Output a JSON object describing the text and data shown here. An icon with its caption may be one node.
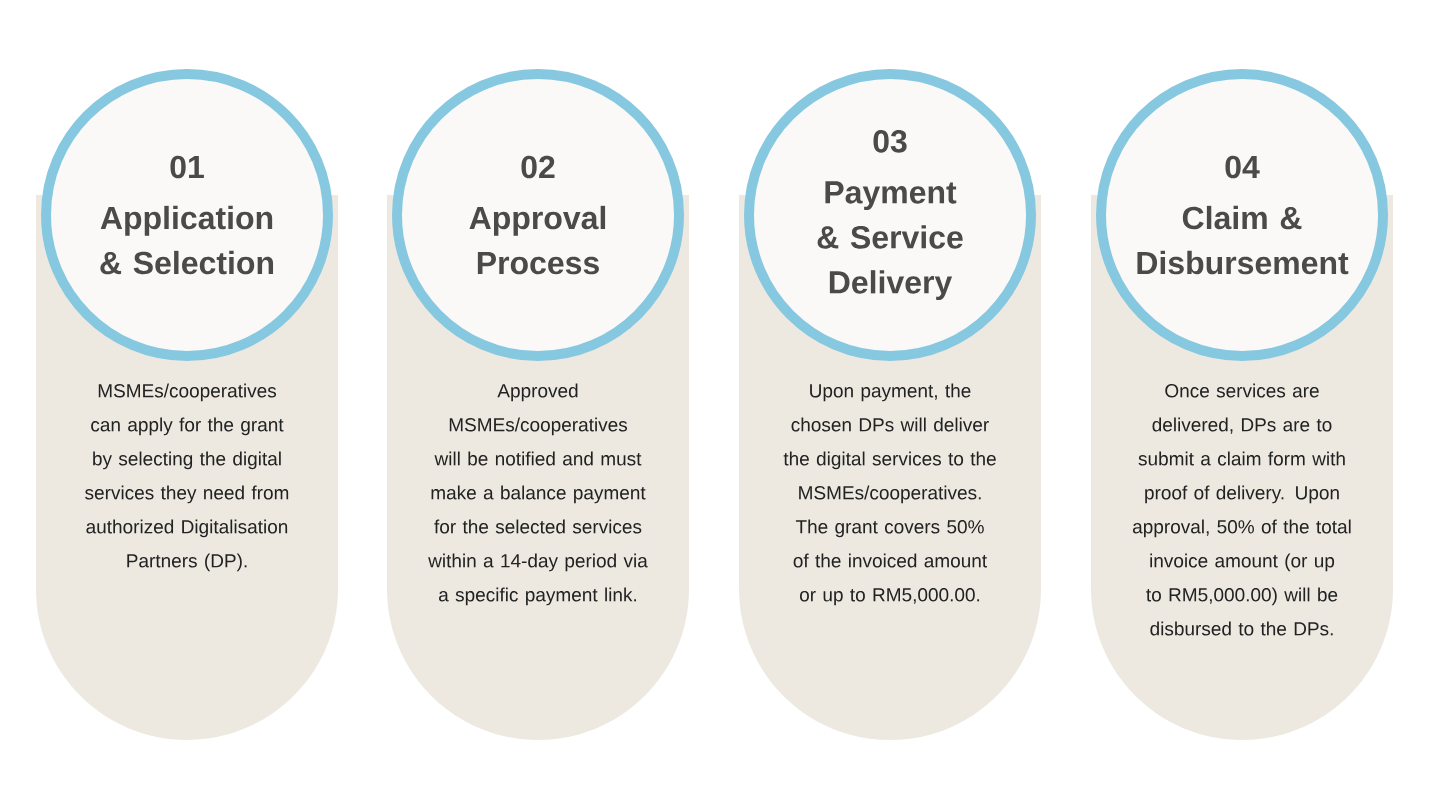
{
  "diagram": {
    "nodes": [
      {
        "text": [
          "MSMEs/cooperatives can apply for the grant by selecting the digital services they need from authorized Digitalisation Partners (DP)."
        ]
      },
      {
        "text": [
          "01",
          "Application & Selection"
        ]
      },
      {
        "text": [
          "Approved MSMEs/cooperatives will be notified and must make a balance payment for the selected services within a 14-day period via a specific payment link."
        ]
      },
      {
        "text": [
          "02",
          "Approval Process"
        ]
      },
      {
        "text": [
          "Upon payment, the chosen DPs will deliver the digital services to the MSMEs/cooperatives. The grant covers 50% of the invoiced amount or up to RM5,000.00."
        ]
      },
      {
        "text": [
          "03",
          "Payment & Service Delivery"
        ]
      },
      {
        "text": [
          "Once services are delivered, DPs are to submit a claim form with proof of delivery. Upon approval, 50% of the total invoice amount (or up to RM5,000.00) will be disbursed to the DPs."
        ]
      },
      {
        "text": [
          "04",
          "Claim & Disbursement"
        ]
      }
    ]
  }
}
